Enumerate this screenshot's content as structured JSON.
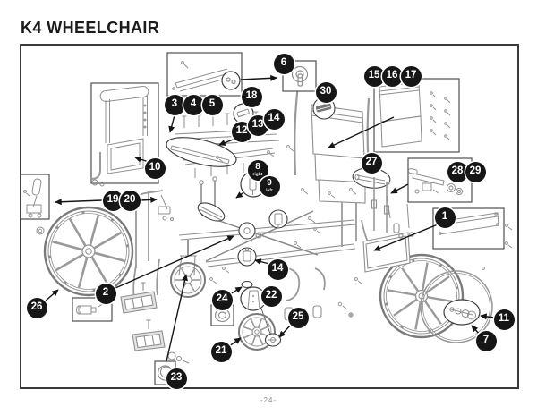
{
  "title": "K4 WHEELCHAIR",
  "page_number": "-24-",
  "diagram": {
    "description": "Exploded parts diagram of a K4 wheelchair with numbered part callouts",
    "callouts": [
      {
        "id": "1",
        "label": "1"
      },
      {
        "id": "2",
        "label": "2"
      },
      {
        "id": "3",
        "label": "3"
      },
      {
        "id": "4",
        "label": "4"
      },
      {
        "id": "5",
        "label": "5"
      },
      {
        "id": "6",
        "label": "6"
      },
      {
        "id": "7",
        "label": "7"
      },
      {
        "id": "8",
        "label": "8",
        "sub": "right"
      },
      {
        "id": "9",
        "label": "9",
        "sub": "left"
      },
      {
        "id": "10",
        "label": "10"
      },
      {
        "id": "11",
        "label": "11"
      },
      {
        "id": "12",
        "label": "12"
      },
      {
        "id": "13",
        "label": "13"
      },
      {
        "id": "14a",
        "label": "14"
      },
      {
        "id": "14b",
        "label": "14"
      },
      {
        "id": "15",
        "label": "15"
      },
      {
        "id": "16",
        "label": "16"
      },
      {
        "id": "17",
        "label": "17"
      },
      {
        "id": "18",
        "label": "18"
      },
      {
        "id": "19",
        "label": "19"
      },
      {
        "id": "20",
        "label": "20"
      },
      {
        "id": "21",
        "label": "21"
      },
      {
        "id": "22",
        "label": "22"
      },
      {
        "id": "23",
        "label": "23"
      },
      {
        "id": "24",
        "label": "24"
      },
      {
        "id": "25",
        "label": "25"
      },
      {
        "id": "26",
        "label": "26"
      },
      {
        "id": "27",
        "label": "27"
      },
      {
        "id": "28",
        "label": "28"
      },
      {
        "id": "29",
        "label": "29"
      },
      {
        "id": "30",
        "label": "30"
      }
    ]
  },
  "colors": {
    "background": "#ffffff",
    "callout_bg": "#161616",
    "callout_text": "#ffffff",
    "frame_border": "#3a3a3a",
    "line_art": "#8f8f8f",
    "arrow": "#151515"
  }
}
